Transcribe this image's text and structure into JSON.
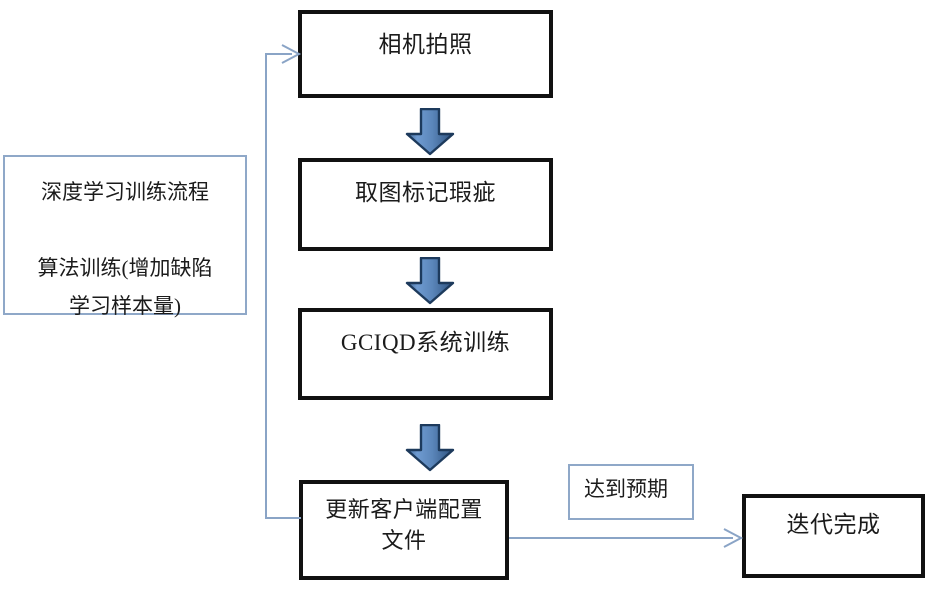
{
  "diagram": {
    "title": "深度学习训练流程",
    "type": "flowchart",
    "colors": {
      "box_border": "#111111",
      "note_border": "#8fa8c8",
      "connector": "#8aa4c6",
      "arrow_fill_light": "#6f9bd1",
      "arrow_fill_dark": "#23456b",
      "background": "#ffffff",
      "text": "#1b1b1b"
    },
    "note": {
      "line1": "深度学习训练流程",
      "line2": "算法训练(增加缺陷",
      "line3": "学习样本量)",
      "full": "深度学习训练流程\n\n算法训练(增加缺陷\n学习样本量)"
    },
    "nodes": [
      {
        "id": "capture",
        "label": "相机拍照"
      },
      {
        "id": "annotate",
        "label": "取图标记瑕疵"
      },
      {
        "id": "train",
        "label": "GCIQD系统训练"
      },
      {
        "id": "update-config",
        "label": "更新客户端配置\n文件"
      },
      {
        "id": "done",
        "label": "迭代完成"
      }
    ],
    "edge_labels": [
      {
        "id": "expectation-met",
        "label": "达到预期"
      }
    ],
    "arrows": [
      {
        "id": "capture-to-annotate",
        "kind": "block-arrow-down"
      },
      {
        "id": "annotate-to-train",
        "kind": "block-arrow-down"
      },
      {
        "id": "train-to-update",
        "kind": "block-arrow-down"
      },
      {
        "id": "update-to-done",
        "kind": "line-arrow-right"
      },
      {
        "id": "update-to-capture-feedback",
        "kind": "line-arrow-loop-up"
      }
    ]
  }
}
